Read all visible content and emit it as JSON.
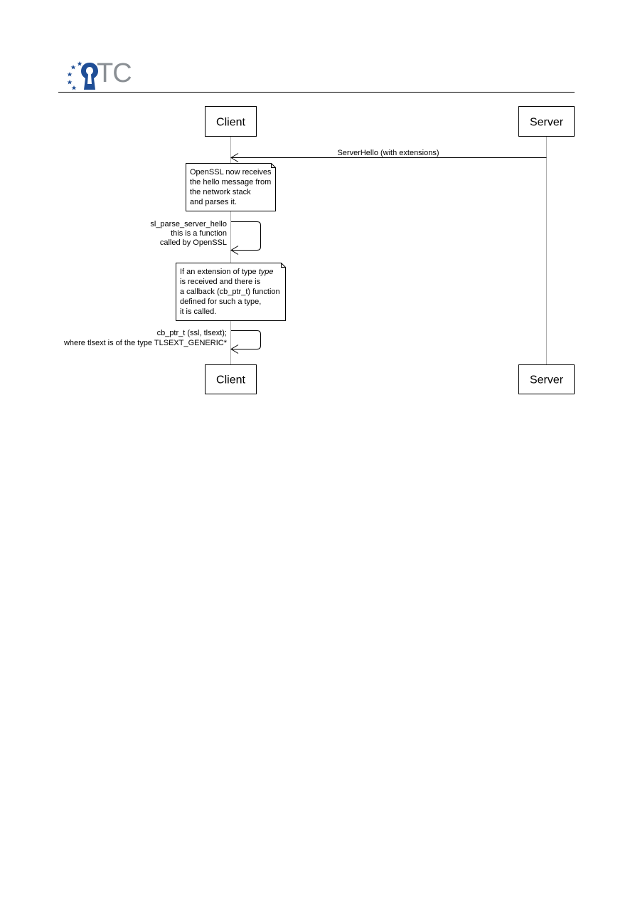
{
  "header": {
    "logo_text": "TC"
  },
  "diagram": {
    "participants": [
      {
        "id": "client",
        "label": "Client"
      },
      {
        "id": "server",
        "label": "Server"
      }
    ],
    "message": {
      "label": "ServerHello (with extensions)"
    },
    "note1": {
      "lines": [
        "OpenSSL now receives",
        "the hello message from",
        "the network stack",
        "and parses it."
      ]
    },
    "self_call1": {
      "lines": [
        "sl_parse_server_hello",
        "this is a function",
        "called by OpenSSL"
      ]
    },
    "note2": {
      "line1_prefix": "If an extension of type ",
      "line1_italic": "type",
      "lines": [
        "is received and there is",
        "a callback (cb_ptr_t) function",
        "defined for such a type,",
        "it is called."
      ]
    },
    "self_call2": {
      "lines": [
        "cb_ptr_t (ssl, tlsext);",
        "where tlsext is of the type TLSEXT_GENERIC*"
      ]
    }
  }
}
